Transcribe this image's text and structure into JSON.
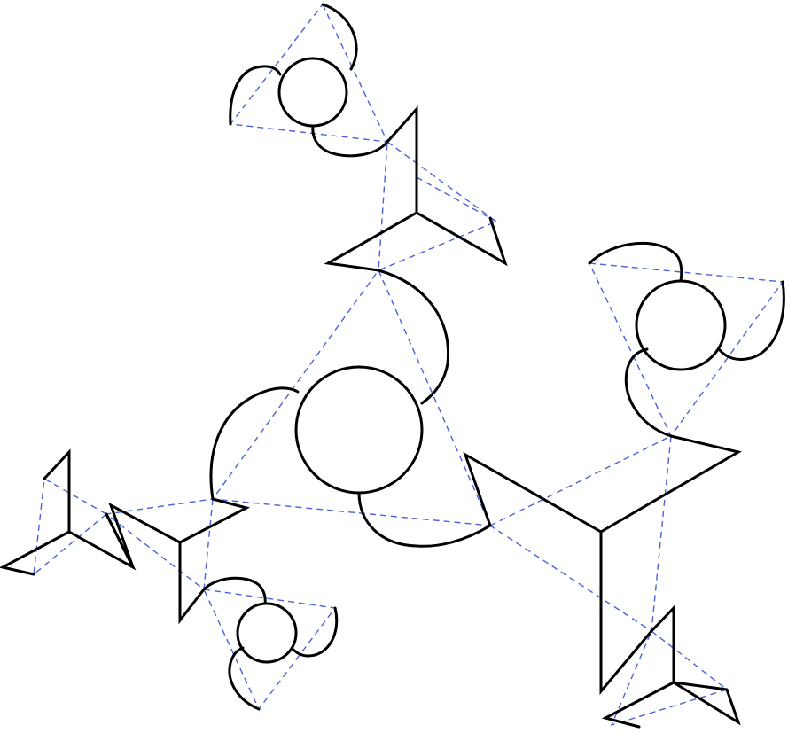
{
  "figure": {
    "background": "#ffffff",
    "solid_color": "#000000",
    "dashed_color": "#4a63d6"
  },
  "motifs": [
    {
      "kind": "pinwheel",
      "size": "large",
      "label": ""
    },
    {
      "kind": "pinwheel",
      "size": "medium",
      "label": ""
    },
    {
      "kind": "pinwheel",
      "size": "medium",
      "label": ""
    },
    {
      "kind": "pinwheel",
      "size": "small",
      "label": ""
    },
    {
      "kind": "zigzag-star",
      "size": "large",
      "label": ""
    },
    {
      "kind": "zigzag-star",
      "size": "medium",
      "label": ""
    },
    {
      "kind": "zigzag-star",
      "size": "small",
      "label": ""
    },
    {
      "kind": "zigzag-star",
      "size": "small",
      "label": ""
    }
  ]
}
